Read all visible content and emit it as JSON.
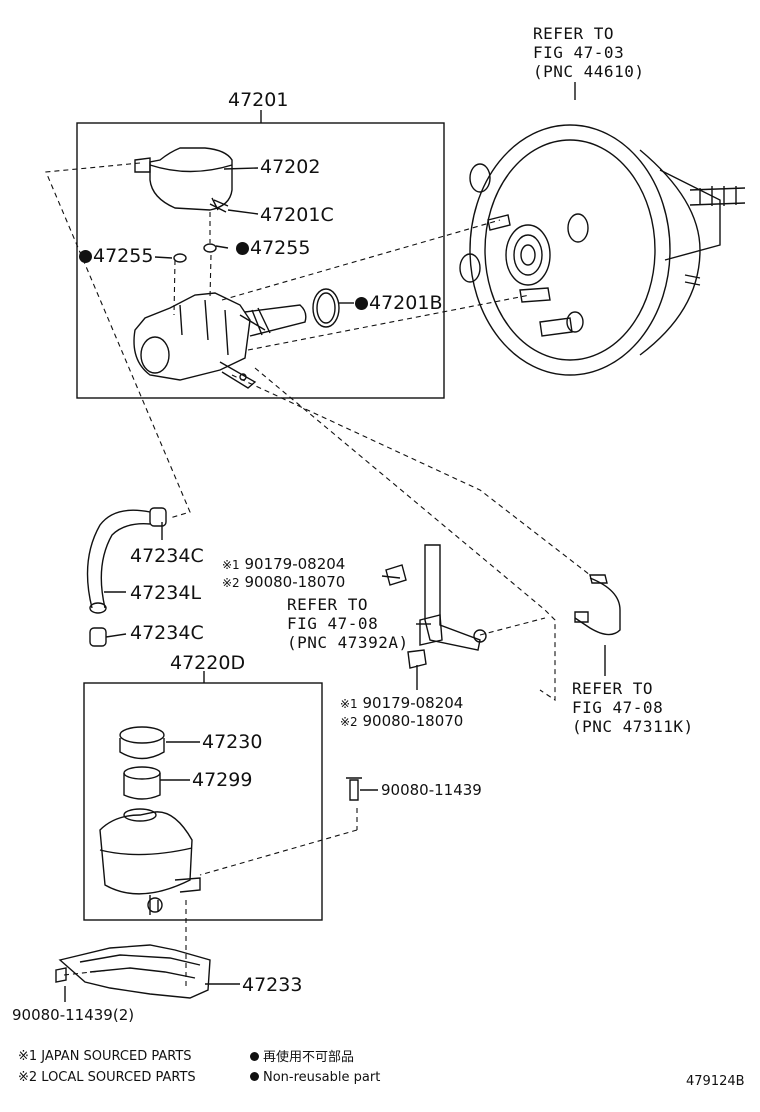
{
  "labels": {
    "p47201": "47201",
    "p47202": "47202",
    "p47201C": "47201C",
    "p47255_left": "47255",
    "p47255_right": "47255",
    "p47201B": "47201B",
    "p47234C_top": "47234C",
    "p47234L": "47234L",
    "p47234C_bottom": "47234C",
    "p47220D": "47220D",
    "p47230": "47230",
    "p47299": "47299",
    "p90080_11439": "90080-11439",
    "p47233": "47233",
    "p90080_11439_2": "90080-11439(2)",
    "bolt1_code": "90179-08204",
    "bolt1_mark": "※1",
    "bolt2_code": "90080-18070",
    "bolt2_mark": "※2",
    "bolt3_code": "90179-08204",
    "bolt3_mark": "※1",
    "bolt4_code": "90080-18070",
    "bolt4_mark": "※2"
  },
  "refs": {
    "booster": [
      "REFER TO",
      "FIG 47-03",
      "(PNC 44610)"
    ],
    "bracket": [
      "REFER TO",
      "FIG 47-08",
      "(PNC 47392A)"
    ],
    "tube": [
      "REFER TO",
      "FIG 47-08",
      "(PNC 47311K)"
    ]
  },
  "legend": {
    "japan": "※1 JAPAN SOURCED PARTS",
    "local": "※2 LOCAL SOURCED PARTS",
    "reuse_jp": "再使用不可部品",
    "reuse_en": "Non-reusable part"
  },
  "figure_id": "479124B",
  "icons": [
    "non-reusable-dot-icon"
  ]
}
